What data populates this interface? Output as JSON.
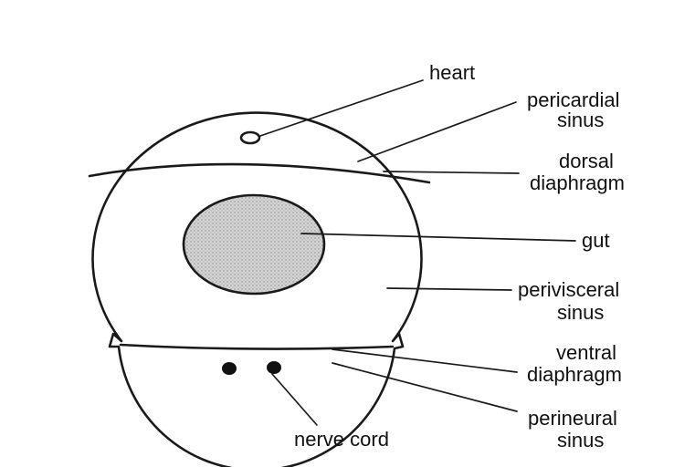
{
  "labels": {
    "heart": "heart",
    "pericardial_sinus_1": "pericardial",
    "pericardial_sinus_2": "sinus",
    "dorsal_diaphragm_1": "dorsal",
    "dorsal_diaphragm_2": "diaphragm",
    "gut": "gut",
    "perivisceral_sinus_1": "perivisceral",
    "perivisceral_sinus_2": "sinus",
    "ventral_diaphragm_1": "ventral",
    "ventral_diaphragm_2": "diaphragm",
    "perineural_sinus_1": "perineural",
    "perineural_sinus_2": "sinus",
    "nerve_cord": "nerve cord"
  },
  "colors": {
    "line": "#1a1a1a",
    "gut_fill": "#cfcfcf",
    "background": "#ffffff"
  }
}
